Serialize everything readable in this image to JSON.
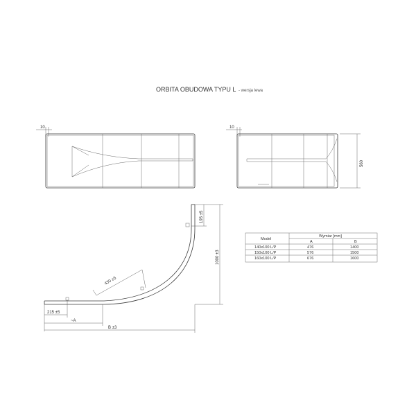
{
  "title": {
    "main": "ORBITA OBUDOWA TYPU L",
    "sub": "- wersja lewa"
  },
  "front_view": {
    "dim_offset": "10"
  },
  "side_view": {
    "dim_offset": "10",
    "dim_height": "560"
  },
  "plan_view": {
    "dim_top_end": "195 ±5",
    "dim_height": "1000 ±3",
    "dim_diagonal": "430 ±5",
    "dim_left_end": "215 ±5",
    "dim_a": "~A",
    "dim_b": "B ±3"
  },
  "table": {
    "header_model": "Model",
    "header_group": "Wymiar [mm]",
    "col_a": "A",
    "col_b": "B",
    "rows": [
      {
        "model": "140x100 L/P",
        "a": "476",
        "b": "1400"
      },
      {
        "model": "150x100 L/P",
        "a": "576",
        "b": "1500"
      },
      {
        "model": "160x100 L/P",
        "a": "676",
        "b": "1600"
      }
    ]
  }
}
